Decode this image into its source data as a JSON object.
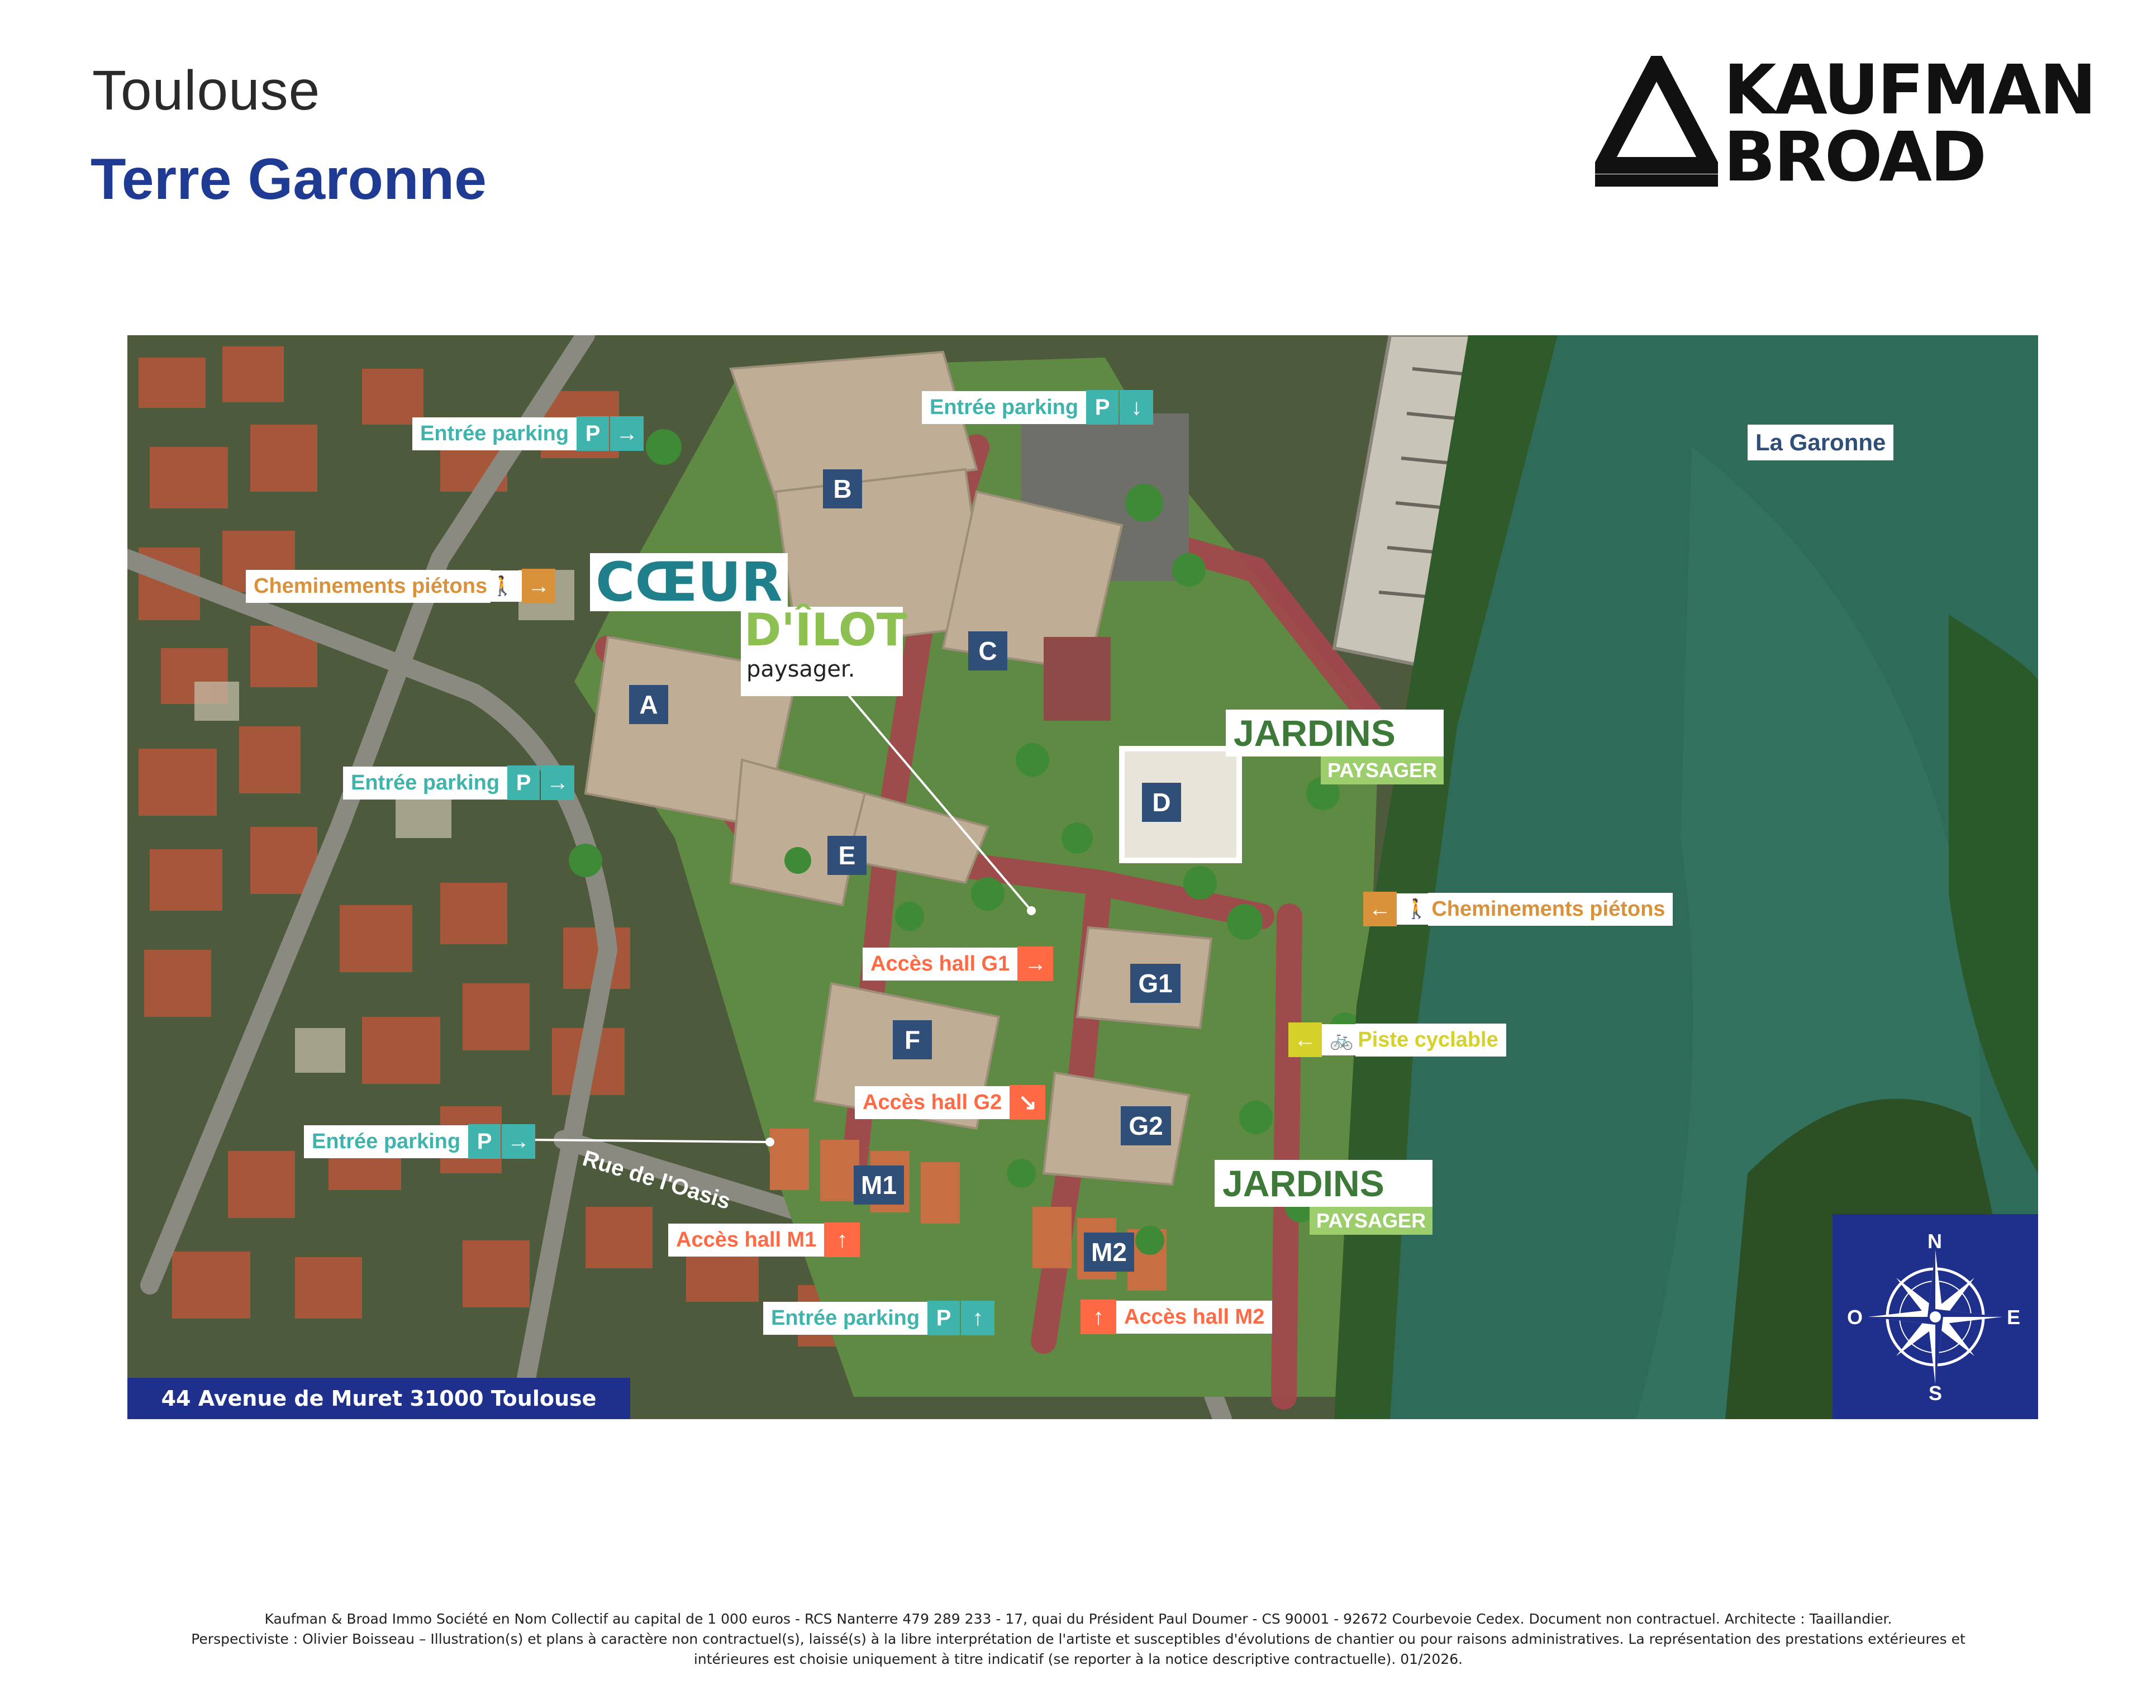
{
  "header": {
    "city": "Toulouse",
    "project": "Terre Garonne"
  },
  "brand": {
    "line1": "KAUFMAN",
    "line2": "BROAD"
  },
  "map": {
    "river_label": "La Garonne",
    "street_label": "Rue de l'Oasis",
    "address": "44 Avenue de Muret 31000 Toulouse",
    "coeur": {
      "line1": "CŒUR",
      "line2": "D'ÎLOT",
      "line3": "paysager."
    },
    "jardins": [
      {
        "title": "JARDINS",
        "subtitle": "PAYSAGER"
      },
      {
        "title": "JARDINS",
        "subtitle": "PAYSAGER"
      }
    ],
    "buildings": [
      "A",
      "B",
      "C",
      "D",
      "E",
      "F",
      "G1",
      "G2",
      "M1",
      "M2"
    ],
    "labels": {
      "parking_1": {
        "text": "Entrée parking",
        "icon": "P",
        "arrow": "→"
      },
      "parking_2": {
        "text": "Entrée parking",
        "icon": "P",
        "arrow": "↓"
      },
      "parking_3": {
        "text": "Entrée parking",
        "icon": "P",
        "arrow": "→"
      },
      "parking_4": {
        "text": "Entrée parking",
        "icon": "P",
        "arrow": "→"
      },
      "parking_5": {
        "text": "Entrée parking",
        "icon": "P",
        "arrow": "↑"
      },
      "pietons_1": {
        "text": "Cheminements piétons",
        "icon": "🚶",
        "arrow": "→"
      },
      "pietons_2": {
        "text": "Cheminements piétons",
        "icon": "🚶",
        "arrow": "←"
      },
      "hall_g1": {
        "text": "Accès hall G1",
        "arrow": "→"
      },
      "hall_g2": {
        "text": "Accès hall G2",
        "arrow": "↘"
      },
      "hall_m1": {
        "text": "Accès hall M1",
        "arrow": "↑"
      },
      "hall_m2": {
        "text": "Accès hall M2",
        "arrow": "↑"
      },
      "cyclable": {
        "text": "Piste cyclable",
        "icon": "🚲",
        "arrow": "←"
      }
    },
    "compass": {
      "n": "N",
      "s": "S",
      "e": "E",
      "o": "O"
    }
  },
  "footer": {
    "line1": "Kaufman & Broad Immo Société en Nom Collectif au capital de 1 000 euros - RCS Nanterre 479 289 233 - 17, quai du Président Paul Doumer - CS 90001 - 92672 Courbevoie Cedex. Document non contractuel. Architecte : Taaillandier.",
    "line2": "Perspectiviste : Olivier Boisseau – Illustration(s) et plans à caractère non contractuel(s), laissé(s) à la libre interprétation de l'artiste et susceptibles d'évolutions de chantier ou pour raisons administratives. La représentation des prestations extérieures et intérieures est choisie uniquement à titre indicatif (se reporter à la notice descriptive contractuelle). 01/2026."
  },
  "colors": {
    "navy": "#1e2f8c",
    "teal": "#3fb4ad",
    "orange": "#d9923a",
    "salmon": "#ff6a45",
    "yellow": "#d6d02b",
    "green": "#3d7a3a",
    "river": "#2e6b58"
  }
}
